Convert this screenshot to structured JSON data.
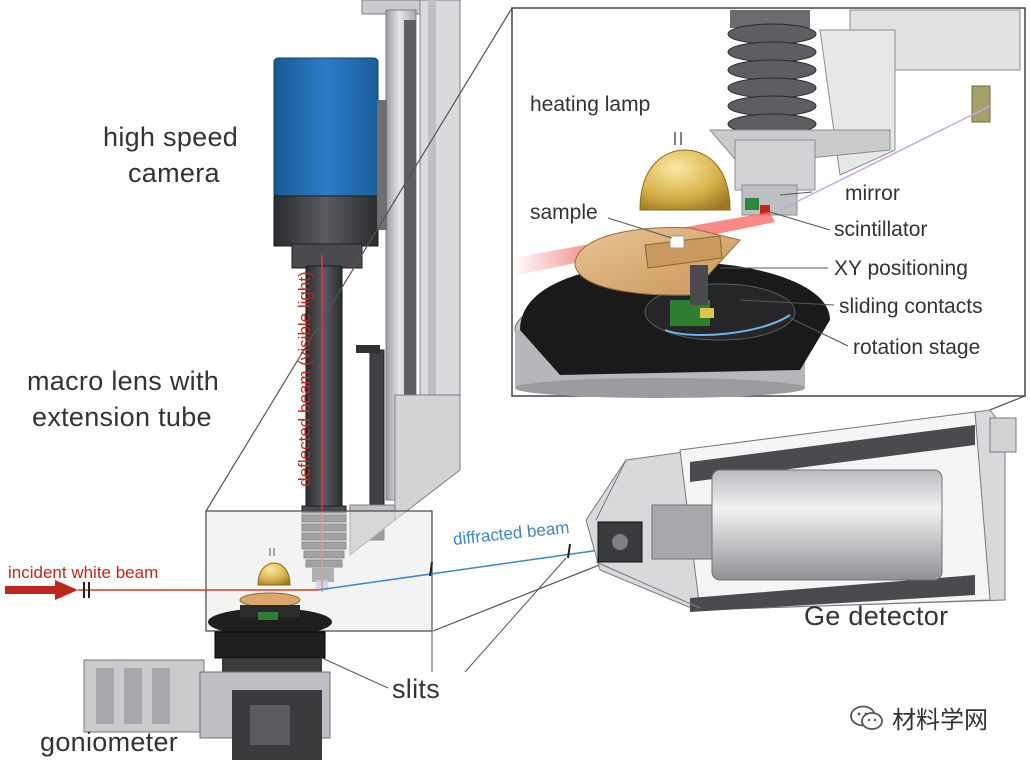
{
  "labels": {
    "camera_line1": "high speed",
    "camera_line2": "camera",
    "lens_line1": "macro lens with",
    "lens_line2": "extension tube",
    "deflected_beam": "deflected beam (visible light)",
    "incident_beam": "incident white beam",
    "diffracted_beam": "diffracted beam",
    "slits": "slits",
    "goniometer": "goniometer",
    "ge_detector": "Ge detector",
    "heating_lamp": "heating lamp",
    "sample": "sample",
    "mirror": "mirror",
    "scintillator": "scintillator",
    "xy_positioning": "XY positioning",
    "sliding_contacts": "sliding contacts",
    "rotation_stage": "rotation stage"
  },
  "watermark": {
    "text": "材料学网",
    "icon": "wechat-icon"
  },
  "colors": {
    "camera_blue": "#1f6fb6",
    "camera_dark": "#3b3c3e",
    "beam_red": "#d93a2b",
    "incident_arrow": "#c0271c",
    "diffracted_blue": "#3d86c8",
    "label_text": "#333333",
    "wood": "#d6a86e",
    "lamp_gold": "#d7b34e",
    "frame_gray": "#cfd1d3"
  }
}
